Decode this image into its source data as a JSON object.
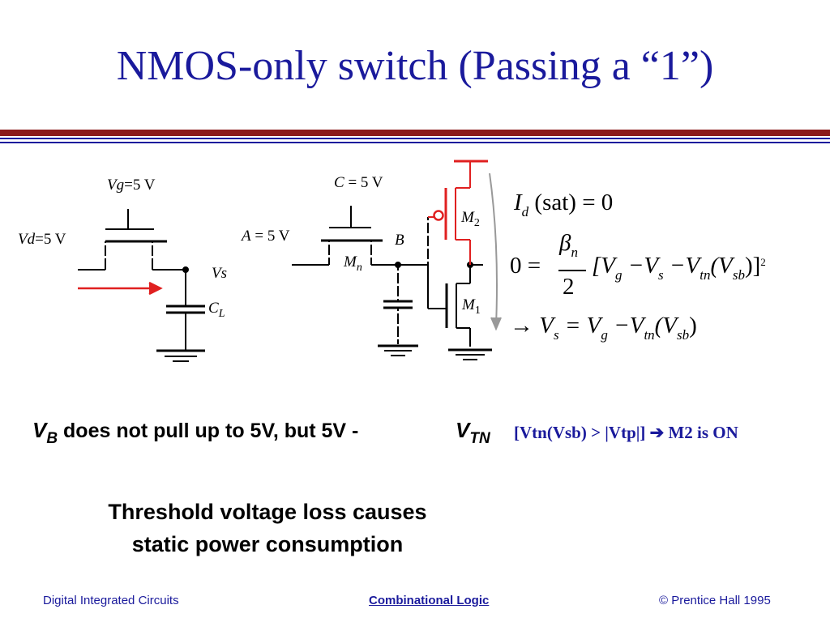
{
  "title": "NMOS-only switch (Passing a “1”)",
  "colors": {
    "title": "#1a1a9c",
    "rule_red": "#8b1a1a",
    "rule_blue": "#1a1a9c",
    "path_red": "#e02020"
  },
  "circuit1": {
    "vg_var": "Vg",
    "vg_val": "=5 V",
    "vd_var": "Vd",
    "vd_val": "=5 V",
    "vs": "Vs",
    "cl_main": "C",
    "cl_sub": "L"
  },
  "circuit2": {
    "c_var": "C",
    "c_val": " = 5 V",
    "a_var": "A",
    "a_val": " = 5 V",
    "b": "B",
    "mn_main": "M",
    "mn_sub": "n",
    "m2_main": "M",
    "m2_sub": "2",
    "m1_main": "M",
    "m1_sub": "1"
  },
  "equations": {
    "eq1": {
      "i": "I",
      "d": "d",
      "rest": "(sat) = 0"
    },
    "eq2": {
      "lhs": "0 =",
      "beta": "β",
      "n": "n",
      "den": "2",
      "open": "[V",
      "g": "g",
      "m1": " −V",
      "s": "s",
      "m2": " −V",
      "tn": "tn",
      "mid": "(V",
      "sb": "sb",
      "close": ")]",
      "pow": "2"
    },
    "eq3": {
      "arrow": "→ V",
      "s": "s",
      "eq": " = V",
      "g": "g",
      "m": " −V",
      "tn": "tn",
      "mid": "(V",
      "sb": "sb",
      "close": ")"
    }
  },
  "statement": {
    "vb_main": "V",
    "vb_sub": "B",
    "text": " does not pull up to 5V, but 5V - ",
    "vtn_main": "V",
    "vtn_sub": "TN"
  },
  "note": "[Vtn(Vsb) > |Vtp|] ➔ M2 is ON",
  "conclusion": {
    "line1": "Threshold voltage loss causes",
    "line2": "static power consumption"
  },
  "footer": {
    "left": "Digital Integrated Circuits",
    "center": "Combinational Logic",
    "right": "© Prentice Hall 1995"
  }
}
